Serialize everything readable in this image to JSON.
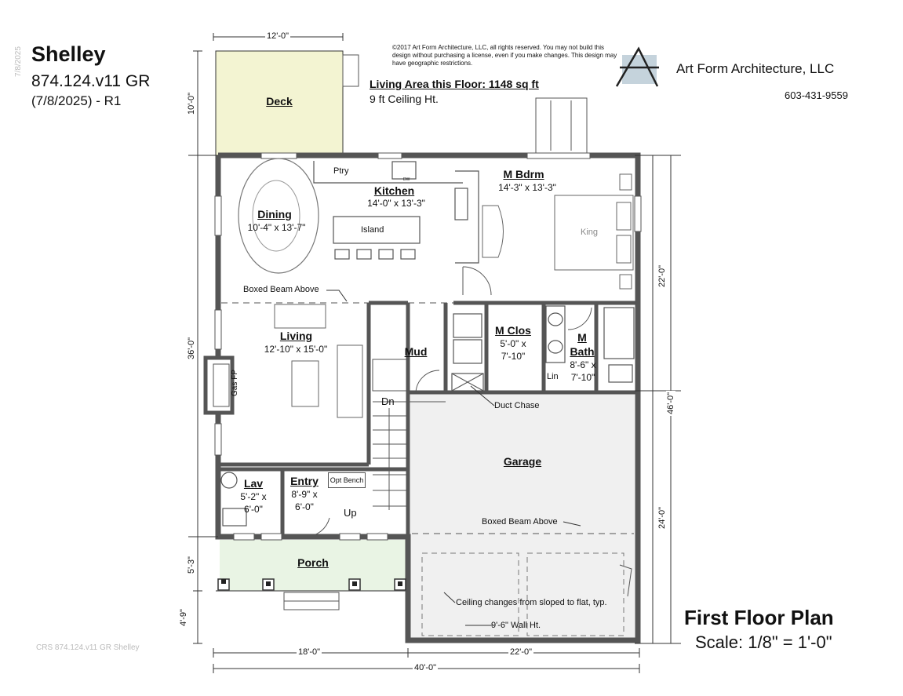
{
  "header": {
    "plan_name": "Shelley",
    "plan_code": "874.124.v11 GR",
    "plan_date_rev": "(7/8/2025) - R1",
    "side_date": "7/8/2025",
    "copyright": "©2017 Art Form Architecture, LLC, all rights reserved. You may not build this design without purchasing a license, even if you make changes. This design may have geographic restrictions.",
    "living_area": "Living Area this Floor: 1148 sq ft",
    "ceiling_height": "9 ft Ceiling Ht.",
    "company": "Art Form Architecture, LLC",
    "phone": "603-431-9559"
  },
  "footer": {
    "plan_title": "First Floor Plan",
    "scale": "Scale: 1/8\" = 1'-0\"",
    "crs_note": "CRS 874.124.v11 GR Shelley"
  },
  "rooms": {
    "deck": {
      "name": "Deck"
    },
    "dining": {
      "name": "Dining",
      "size": "10'-4\" x 13'-7\""
    },
    "kitchen": {
      "name": "Kitchen",
      "size": "14'-0\" x 13'-3\""
    },
    "pantry": {
      "name": "Ptry"
    },
    "island": {
      "name": "Island"
    },
    "master_bedroom": {
      "name": "M Bdrm",
      "size": "14'-3\" x 13'-3\""
    },
    "king_bed": {
      "name": "King"
    },
    "living": {
      "name": "Living",
      "size": "12'-10\" x 15'-0\""
    },
    "gas_fp": {
      "name": "Gas FP"
    },
    "mud": {
      "name": "Mud"
    },
    "master_closet": {
      "name": "M Clos",
      "size_line1": "5'-0\" x",
      "size_line2": "7'-10\""
    },
    "master_bath": {
      "name_line1": "M",
      "name_line2": "Bath",
      "size_line1": "8'-6\" x",
      "size_line2": "7'-10\""
    },
    "linen": {
      "name": "Lin"
    },
    "lav": {
      "name": "Lav",
      "size_line1": "5'-2\" x",
      "size_line2": "6'-0\""
    },
    "entry": {
      "name": "Entry",
      "size_line1": "8'-9\" x",
      "size_line2": "6'-0\""
    },
    "opt_bench": {
      "name": "Opt Bench"
    },
    "garage": {
      "name": "Garage"
    },
    "porch": {
      "name": "Porch"
    }
  },
  "annotations": {
    "boxed_beam_living": "Boxed Beam Above",
    "boxed_beam_garage": "Boxed Beam Above",
    "duct_chase": "Duct Chase",
    "stair_down": "Dn",
    "stair_up": "Up",
    "ceiling_change": "Ceiling changes from sloped to flat, typ.",
    "garage_wall_height": "9'-6\" Wall Ht.",
    "dw": "DW"
  },
  "dimensions": {
    "deck_width": "12'-0\"",
    "deck_depth": "10'-0\"",
    "left_overall": "36'-0\"",
    "porch_depth": "5'-3\"",
    "porch_step": "4'-9\"",
    "right_upper": "22'-0\"",
    "right_lower": "24'-0\"",
    "right_overall": "46'-0\"",
    "bottom_left": "18'-0\"",
    "bottom_right": "22'-0\"",
    "bottom_overall": "40'-0\""
  },
  "colors": {
    "wall": "#555555",
    "deck_fill": "#f3f4d2",
    "porch_fill": "#e9f4e4",
    "garage_fill": "#f0f0f0",
    "logo_fill": "#c5d3dc",
    "text": "#111111"
  }
}
